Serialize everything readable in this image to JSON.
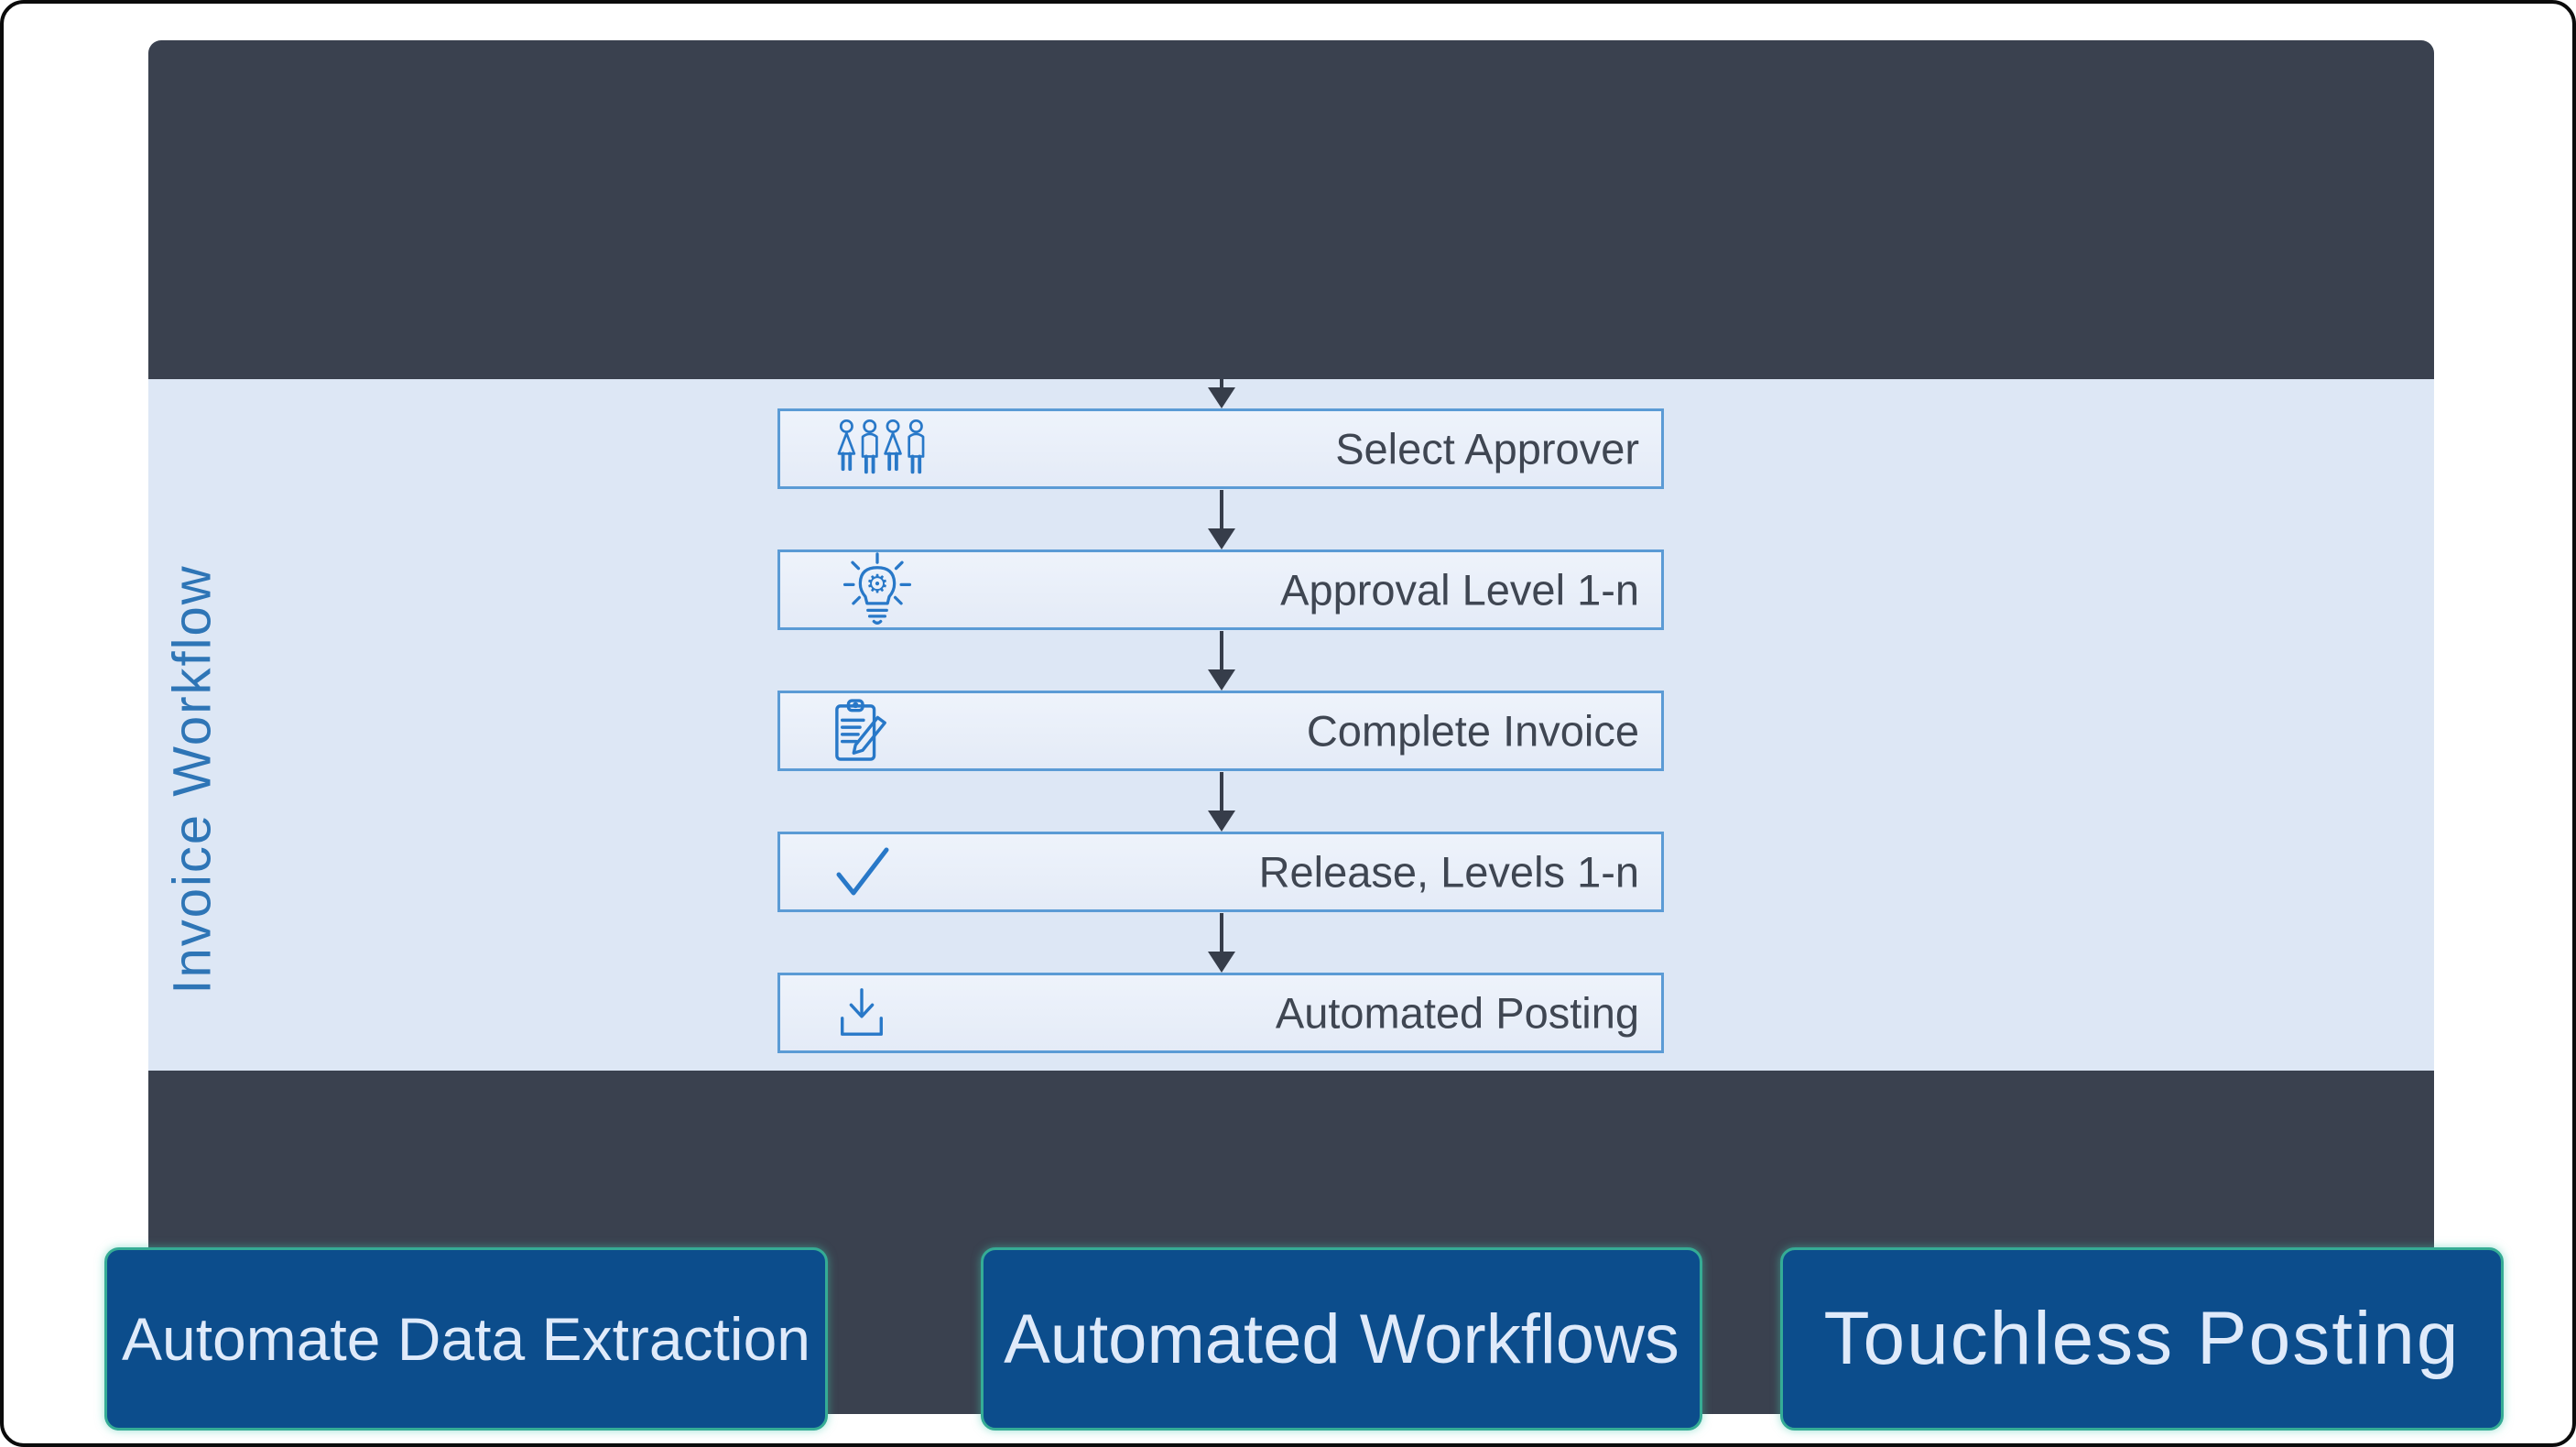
{
  "slide": {
    "workflow": {
      "title": "Invoice Workflow",
      "steps": [
        {
          "label": "Select Approver",
          "icon": "people-group-icon"
        },
        {
          "label": "Approval Level 1-n",
          "icon": "lightbulb-gear-icon"
        },
        {
          "label": "Complete Invoice",
          "icon": "clipboard-pencil-icon"
        },
        {
          "label": "Release, Levels 1-n",
          "icon": "checkmark-icon"
        },
        {
          "label": "Automated Posting",
          "icon": "download-icon"
        }
      ]
    },
    "buttons": [
      {
        "label": "Automate Data Extraction"
      },
      {
        "label": "Automated Workflows"
      },
      {
        "label": "Touchless Posting"
      }
    ],
    "colors": {
      "panel_dark": "#3a414f",
      "band_light": "#dde7f5",
      "box_border": "#5b9bd5",
      "box_fill": "#e9eff9",
      "box_text": "#3f4652",
      "icon_blue": "#2878c8",
      "title_blue": "#2e75b6",
      "arrow_dark": "#363d4a",
      "button_fill": "#0c4d8c",
      "button_border": "#35ac95",
      "button_text": "#dfeafa"
    }
  }
}
